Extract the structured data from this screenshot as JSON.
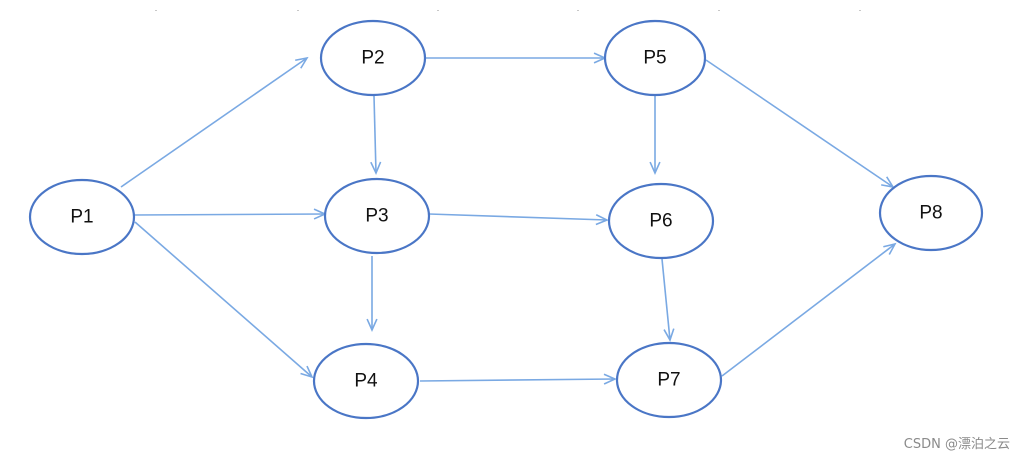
{
  "diagram": {
    "type": "directed-graph",
    "colors": {
      "node_stroke": "#4a76c6",
      "edge": "#7aa9e3",
      "label": "#111111"
    },
    "nodes": [
      {
        "id": "P1",
        "label": "P1"
      },
      {
        "id": "P2",
        "label": "P2"
      },
      {
        "id": "P3",
        "label": "P3"
      },
      {
        "id": "P4",
        "label": "P4"
      },
      {
        "id": "P5",
        "label": "P5"
      },
      {
        "id": "P6",
        "label": "P6"
      },
      {
        "id": "P7",
        "label": "P7"
      },
      {
        "id": "P8",
        "label": "P8"
      }
    ],
    "edges": [
      {
        "from": "P1",
        "to": "P2"
      },
      {
        "from": "P1",
        "to": "P3"
      },
      {
        "from": "P1",
        "to": "P4"
      },
      {
        "from": "P2",
        "to": "P3"
      },
      {
        "from": "P2",
        "to": "P5"
      },
      {
        "from": "P3",
        "to": "P4"
      },
      {
        "from": "P3",
        "to": "P6"
      },
      {
        "from": "P4",
        "to": "P7"
      },
      {
        "from": "P5",
        "to": "P6"
      },
      {
        "from": "P5",
        "to": "P8"
      },
      {
        "from": "P6",
        "to": "P7"
      },
      {
        "from": "P7",
        "to": "P8"
      }
    ]
  },
  "watermark": {
    "text": "CSDN @漂泊之云"
  }
}
